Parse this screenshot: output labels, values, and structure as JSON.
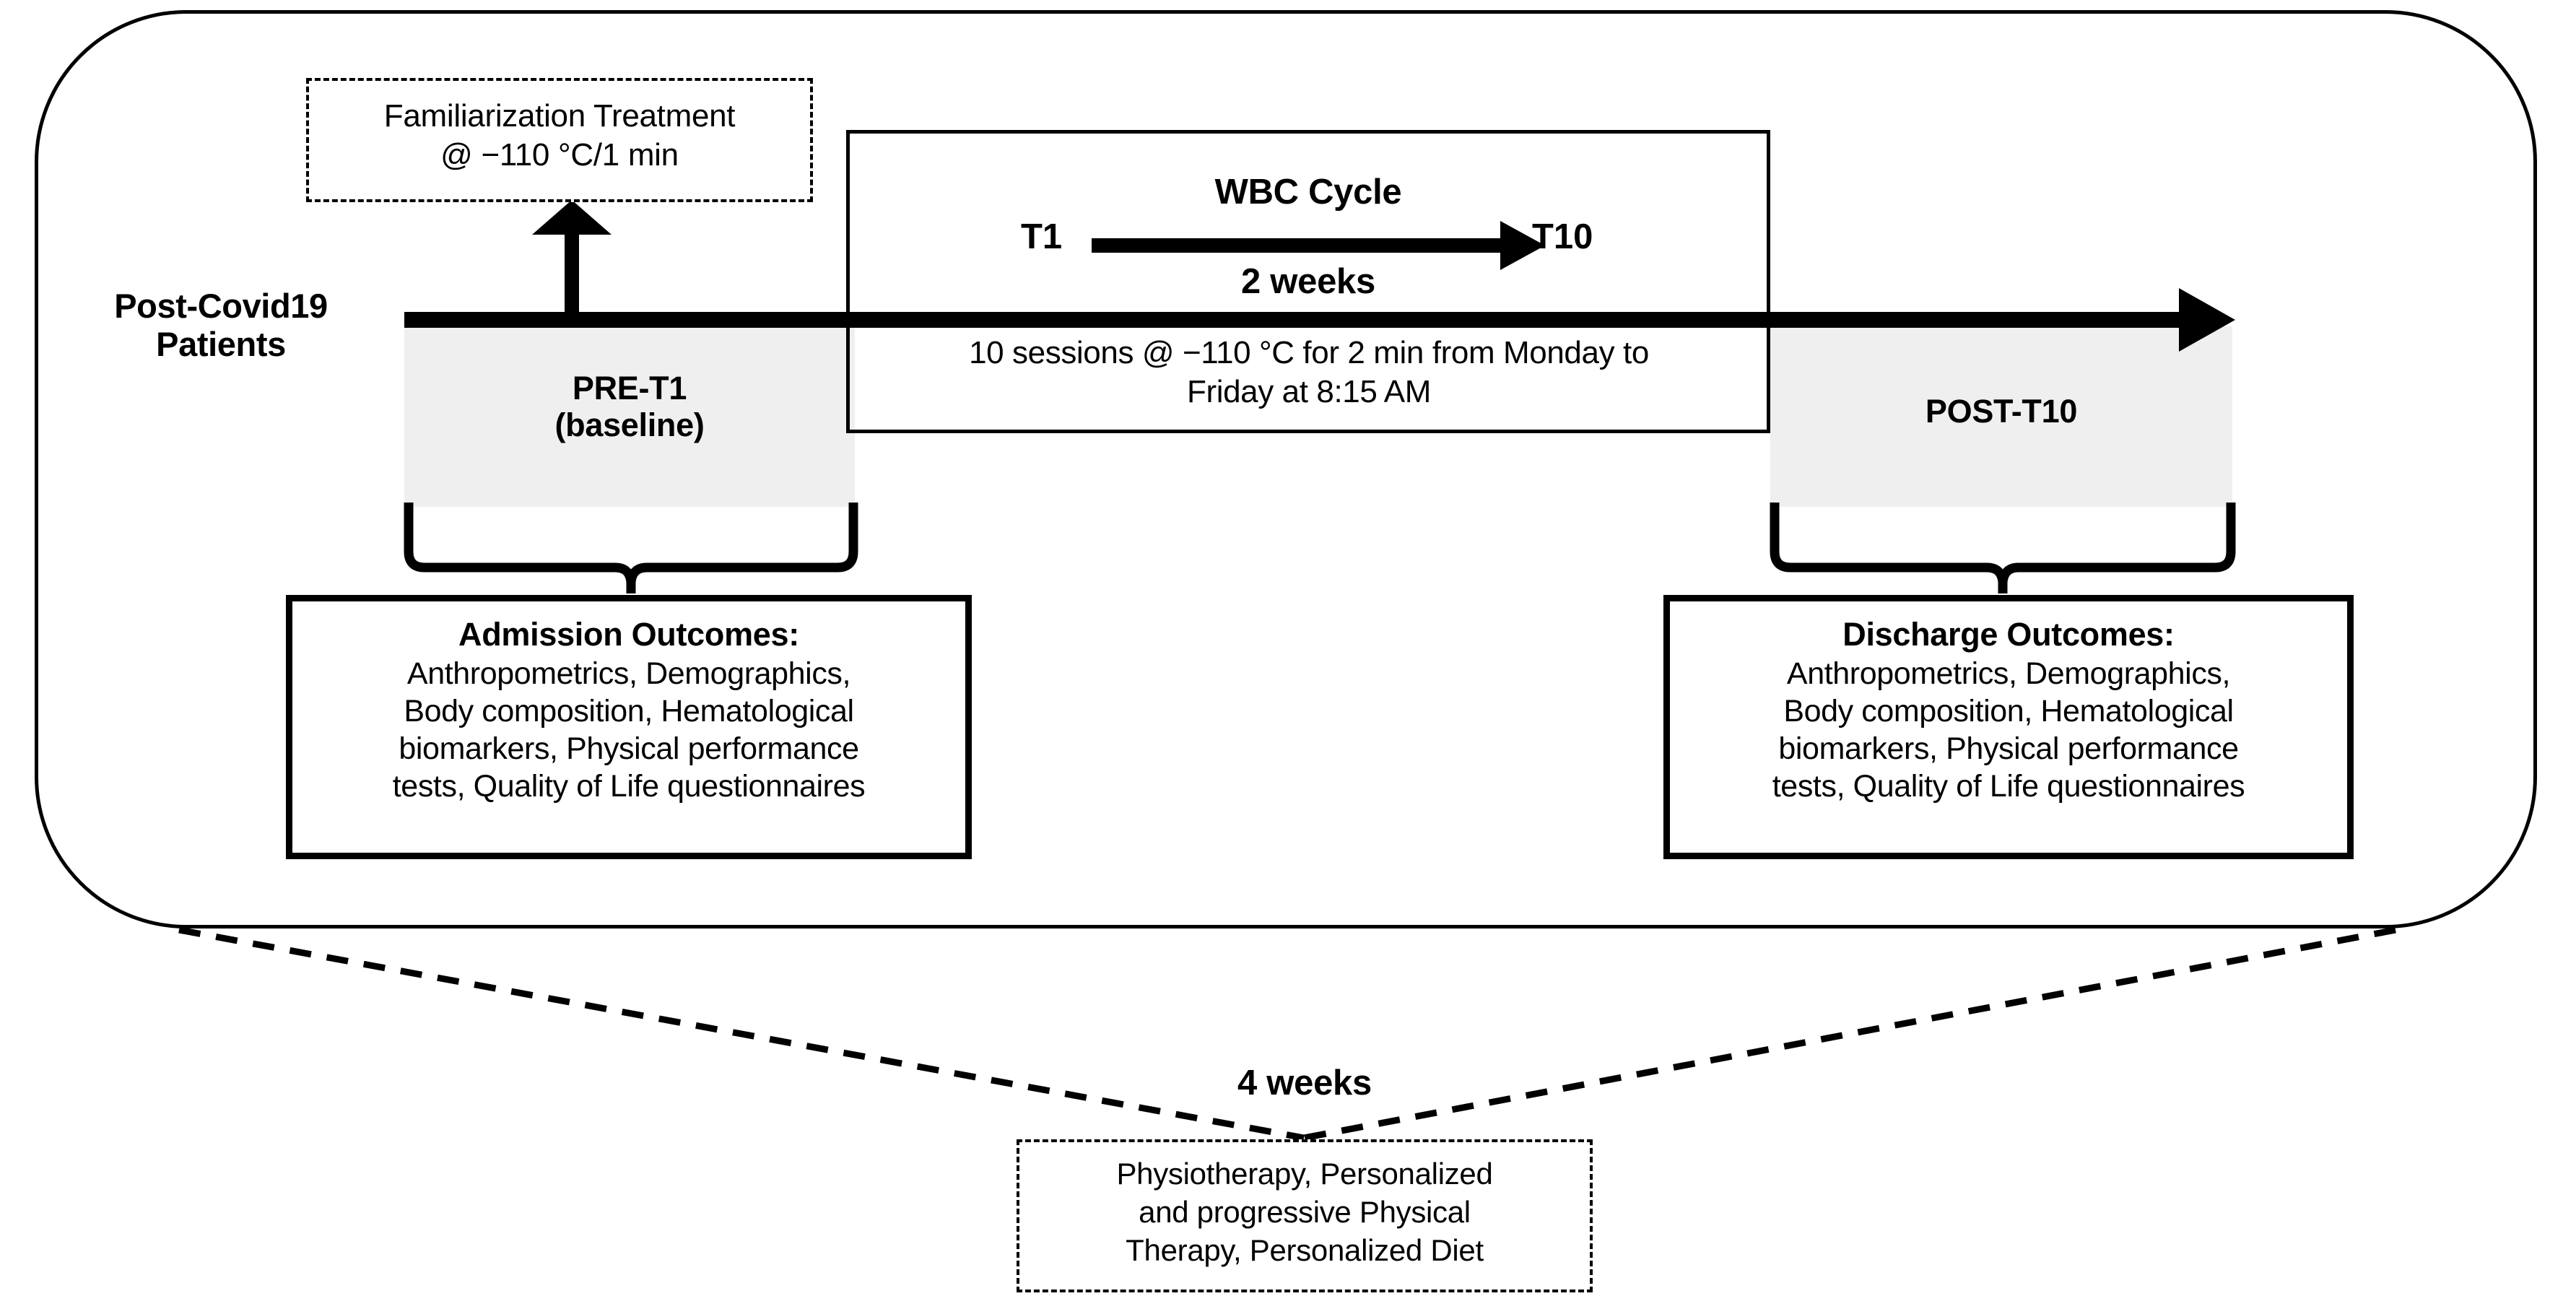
{
  "diagram": {
    "cohort": {
      "label_line1": "Post-Covid19",
      "label_line2": "Patients"
    },
    "familiarization": {
      "line1": "Familiarization Treatment",
      "line2": "@ −110 °C/1 min"
    },
    "phases": {
      "pre": {
        "line1": "PRE-T1",
        "line2": "(baseline)"
      },
      "post": {
        "line1": "POST-T10"
      }
    },
    "wbc": {
      "title": "WBC Cycle",
      "start_label": "T1",
      "end_label": "T10",
      "duration": "2 weeks",
      "sessions_line1": "10 sessions @ −110 °C for 2 min from Monday to",
      "sessions_line2": "Friday at 8:15 AM"
    },
    "outcomes": {
      "admission": {
        "title": "Admission Outcomes:",
        "line1": "Anthropometrics, Demographics,",
        "line2": "Body composition, Hematological",
        "line3": "biomarkers, Physical performance",
        "line4": "tests, Quality of Life questionnaires"
      },
      "discharge": {
        "title": "Discharge Outcomes:",
        "line1": "Anthropometrics, Demographics,",
        "line2": "Body composition, Hematological",
        "line3": "biomarkers, Physical performance",
        "line4": "tests, Quality of Life questionnaires"
      }
    },
    "rehab": {
      "duration": "4 weeks",
      "line1": "Physiotherapy, Personalized",
      "line2": "and progressive Physical",
      "line3": "Therapy, Personalized Diet"
    },
    "colors": {
      "stroke": "#000000",
      "band_fill": "#efefef",
      "background": "#ffffff"
    }
  }
}
